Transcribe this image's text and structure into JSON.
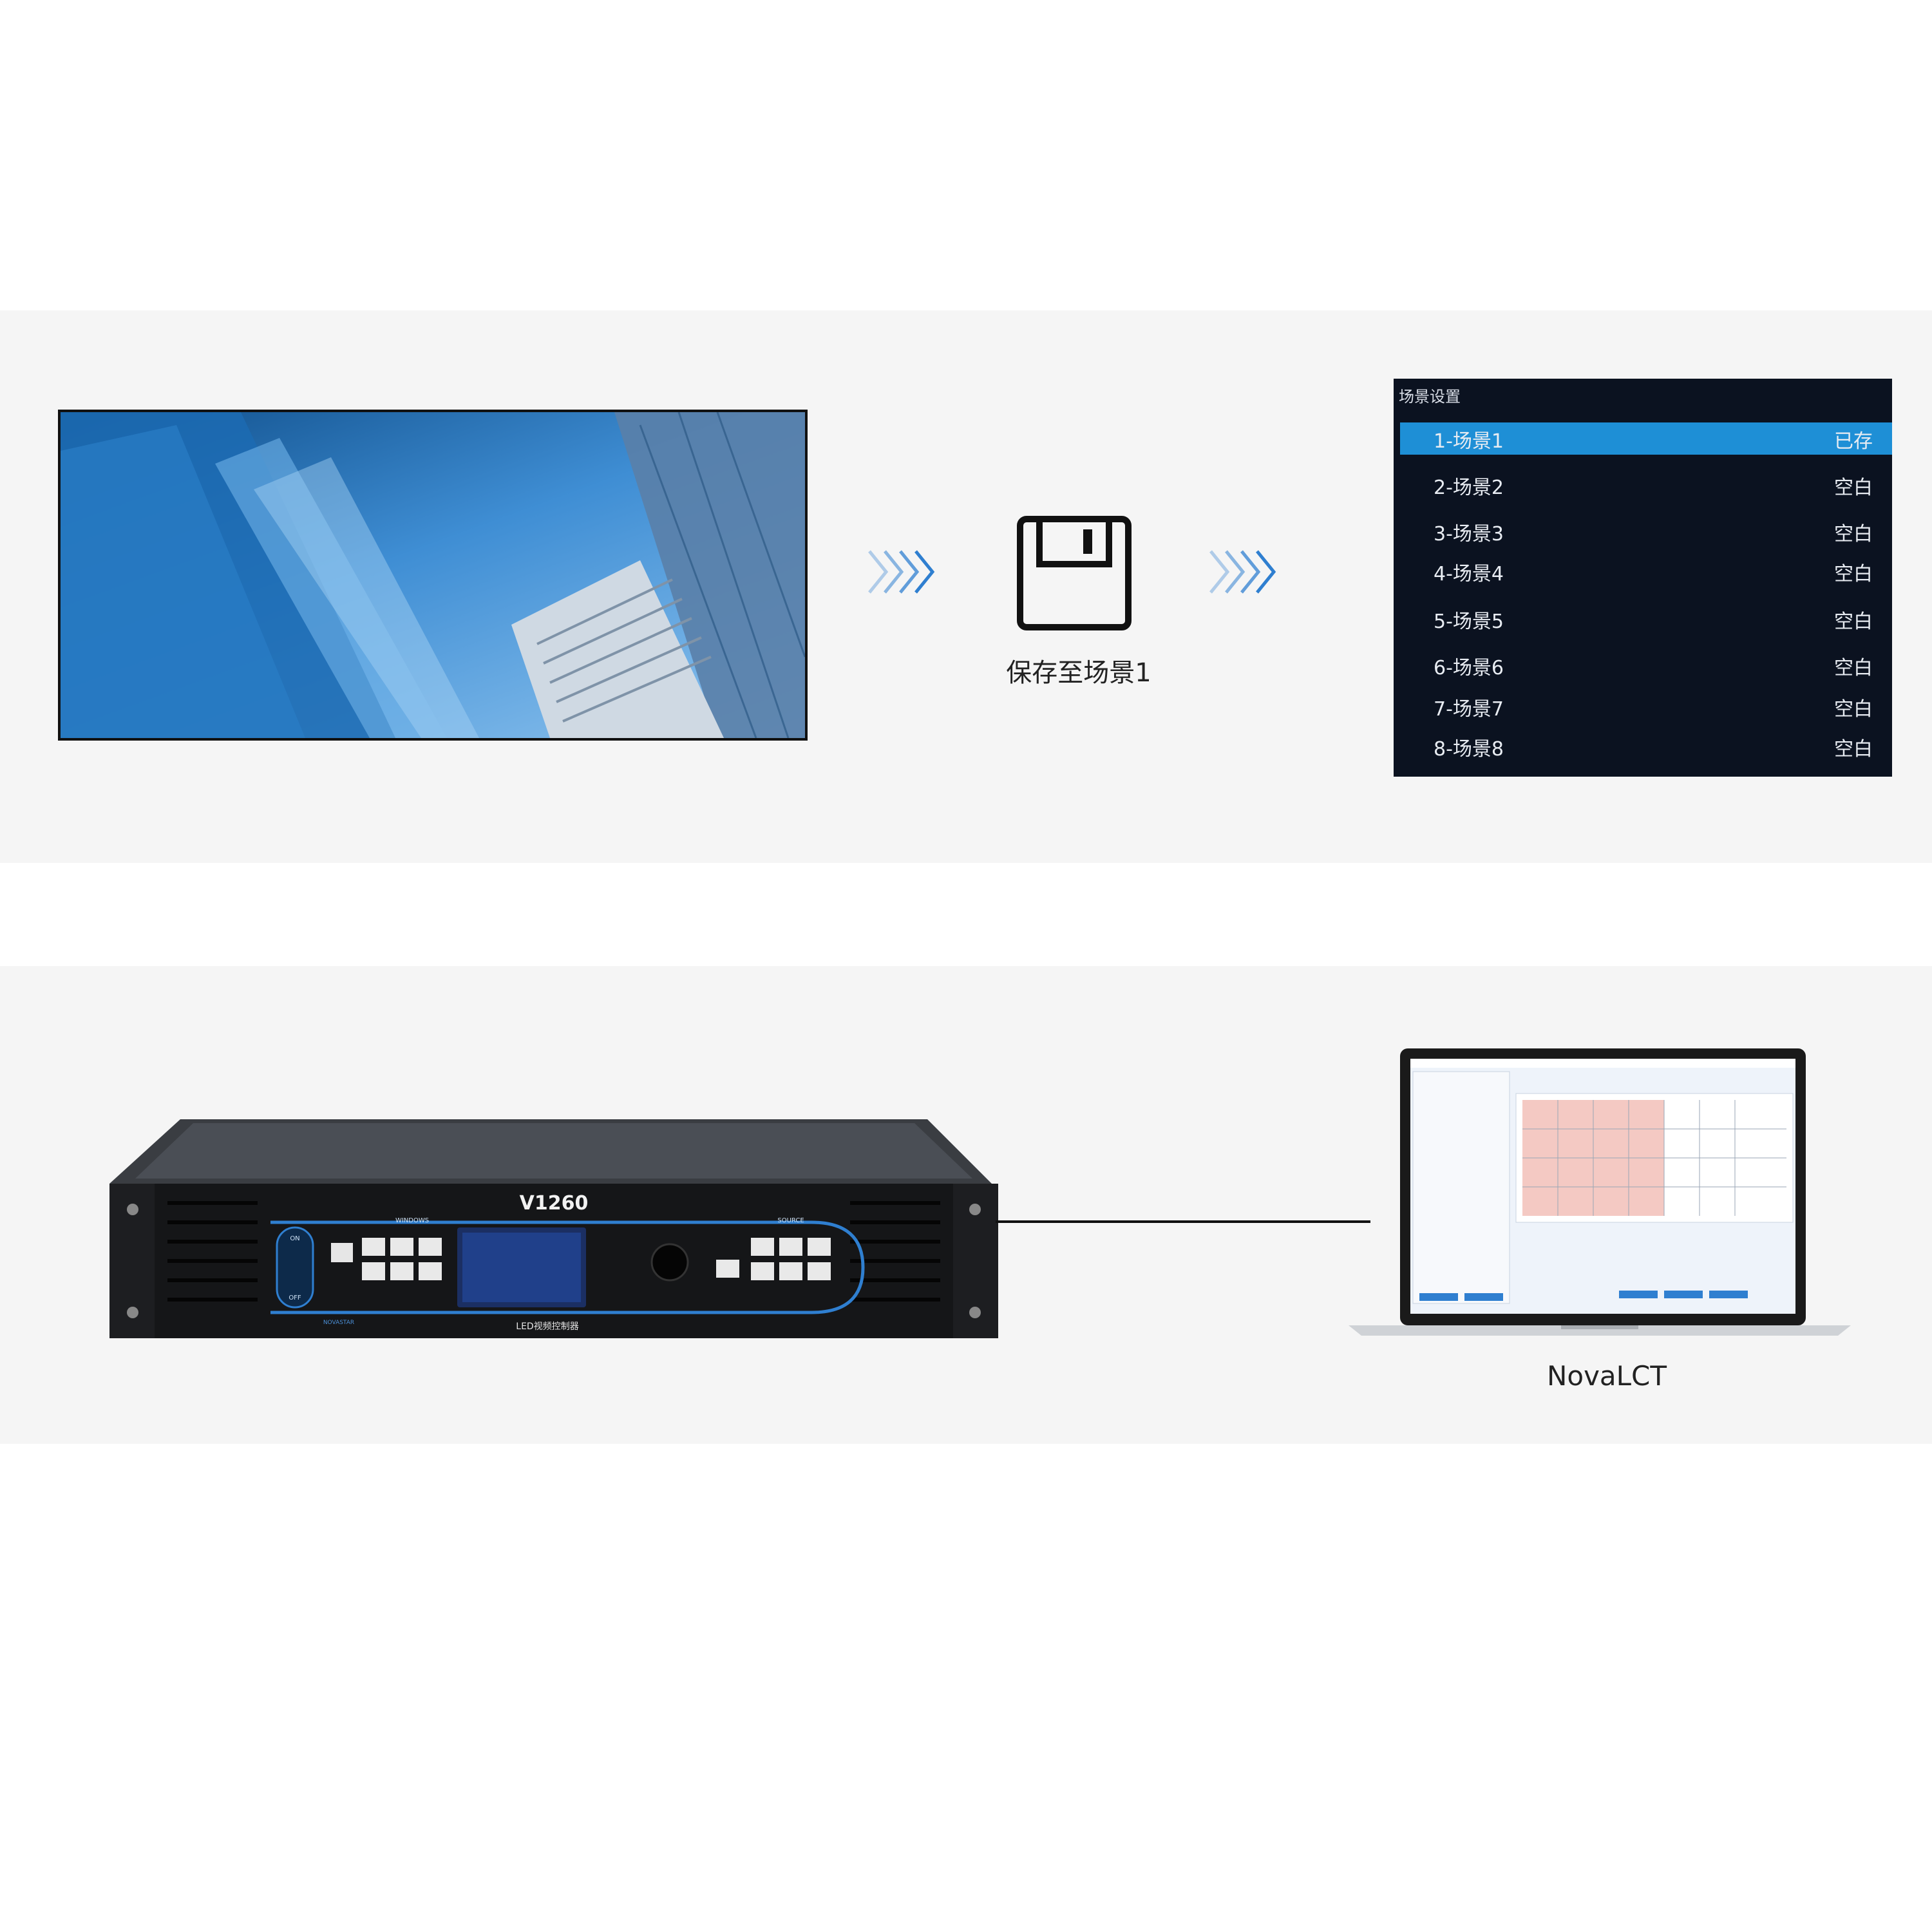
{
  "save": {
    "caption": "保存至场景1"
  },
  "scene_panel": {
    "title": "场景设置",
    "rows": [
      {
        "name": "1-场景1",
        "state": "已存"
      },
      {
        "name": "2-场景2",
        "state": "空白"
      },
      {
        "name": "3-场景3",
        "state": "空白"
      },
      {
        "name": "4-场景4",
        "state": "空白"
      },
      {
        "name": "5-场景5",
        "state": "空白"
      },
      {
        "name": "6-场景6",
        "state": "空白"
      },
      {
        "name": "7-场景7",
        "state": "空白"
      },
      {
        "name": "8-场景8",
        "state": "空白"
      }
    ]
  },
  "controller": {
    "model": "V1260",
    "label": "LED视频控制器",
    "windows_label": "WINDOWS",
    "source_label": "SOURCE",
    "brand": "NOVASTAR",
    "on_label": "ON",
    "off_label": "OFF"
  },
  "laptop": {
    "caption": "NovaLCT"
  },
  "colors": {
    "accent": "#1e8fd6",
    "panel_bg": "#0b1220",
    "band_bg": "#f5f5f5"
  }
}
